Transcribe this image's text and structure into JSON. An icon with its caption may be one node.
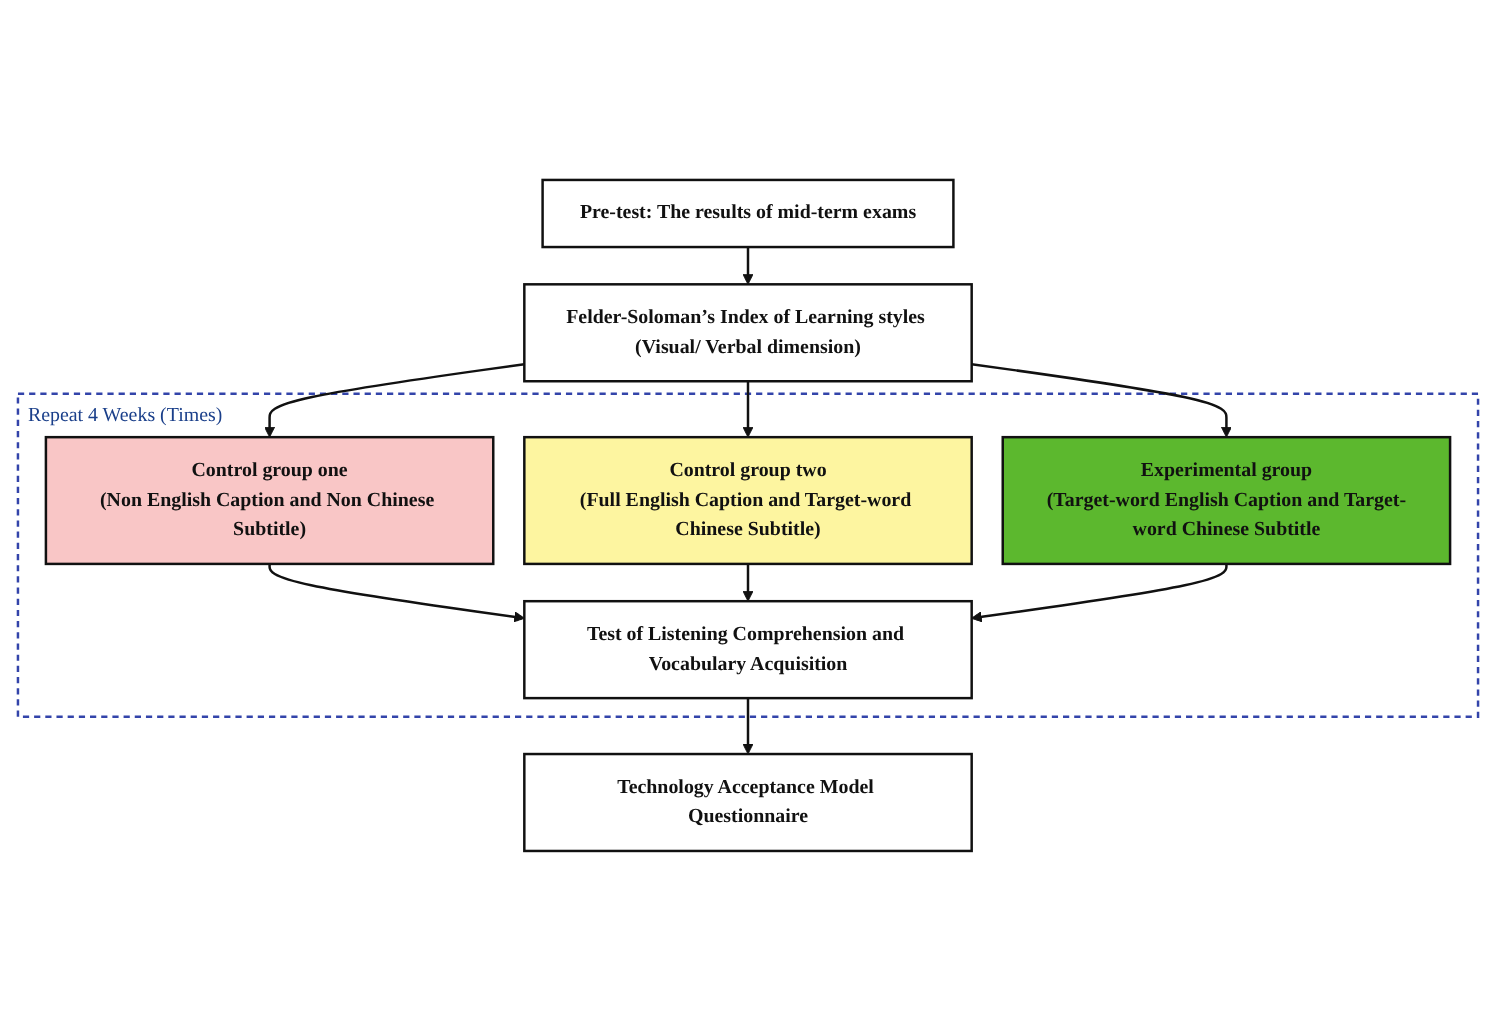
{
  "diagram": {
    "nodes": [
      {
        "text": [
          "Pre-test: The results of mid-term exams"
        ]
      },
      {
        "text": [
          "Felder-Soloman’s Index of Learning styles (Visual/ Verbal dimension)"
        ]
      },
      {
        "text": [
          "Repeat 4 Weeks (Times)"
        ]
      },
      {
        "text": [
          "Control group one",
          "(Non English Caption and Non Chinese Subtitle)"
        ],
        "in": 2
      },
      {
        "text": [
          "Control group two",
          "(Full English Caption and Target-word Chinese Subtitle)"
        ],
        "in": 2
      },
      {
        "text": [
          "Experimental group",
          "(Target-word English Caption and Target-word Chinese Subtitle"
        ],
        "in": 2
      },
      {
        "text": [
          "Test of Listening Comprehension and Vocabulary Acquisition"
        ],
        "in": 2
      },
      {
        "text": [
          "Technology Acceptance Model Questionnaire"
        ]
      }
    ],
    "edges": [
      {
        "from": 0,
        "to": 1,
        "arrow": "to"
      },
      {
        "from": 1,
        "to": 3,
        "arrow": "to"
      },
      {
        "from": 1,
        "to": 4,
        "arrow": "to"
      },
      {
        "from": 1,
        "to": 5,
        "arrow": "to"
      },
      {
        "from": 3,
        "to": 6,
        "arrow": "to"
      },
      {
        "from": 4,
        "to": 6,
        "arrow": "to"
      },
      {
        "from": 5,
        "to": 6,
        "arrow": "to"
      },
      {
        "from": 6,
        "to": 7,
        "arrow": "to"
      }
    ]
  }
}
